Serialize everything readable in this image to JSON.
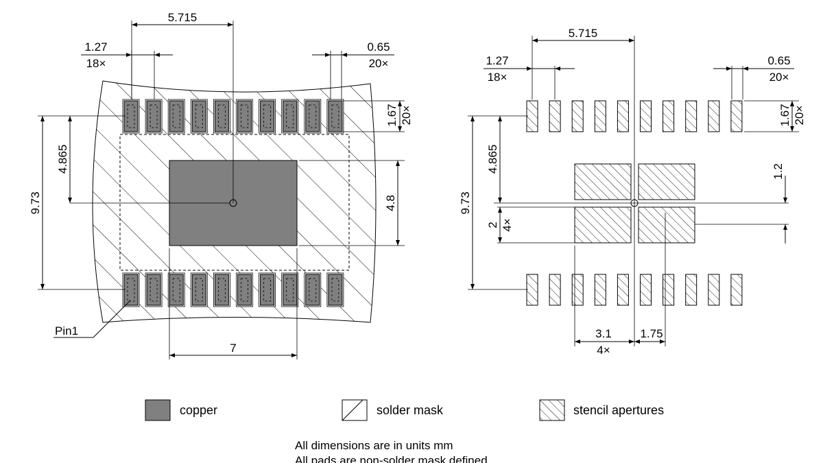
{
  "left_view": {
    "pitch_label": "1.27",
    "pitch_count": "18×",
    "pad_width_label": "0.65",
    "pad_width_count": "20×",
    "pad_length_label": "1.67",
    "pad_length_count": "20×",
    "span_label": "5.715",
    "row_offset_label": "4.865",
    "row_spacing_label": "9.73",
    "pad_height_label": "4.8",
    "pad_width_center_label": "7",
    "pin1_label": "Pin1"
  },
  "right_view": {
    "span_label": "5.715",
    "pitch_label": "1.27",
    "pitch_count": "18×",
    "pad_width_label": "0.65",
    "pad_width_count": "20×",
    "pad_length_label": "1.67",
    "pad_length_count": "20×",
    "row_offset_label": "4.865",
    "row_spacing_label": "9.73",
    "gap_label": "1.2",
    "aperture_h_label": "2",
    "aperture_h_count": "4×",
    "aperture_w_label": "3.1",
    "aperture_w_count": "4×",
    "aperture_offset_label": "1.75"
  },
  "legend": {
    "copper": "copper",
    "solder_mask": "solder mask",
    "stencil": "stencil apertures"
  },
  "notes": {
    "line1": "All dimensions are in units mm",
    "line2": "All pads are non-solder mask defined"
  },
  "colors": {
    "copper": "#808080",
    "line": "#000000",
    "background": "#ffffff"
  }
}
